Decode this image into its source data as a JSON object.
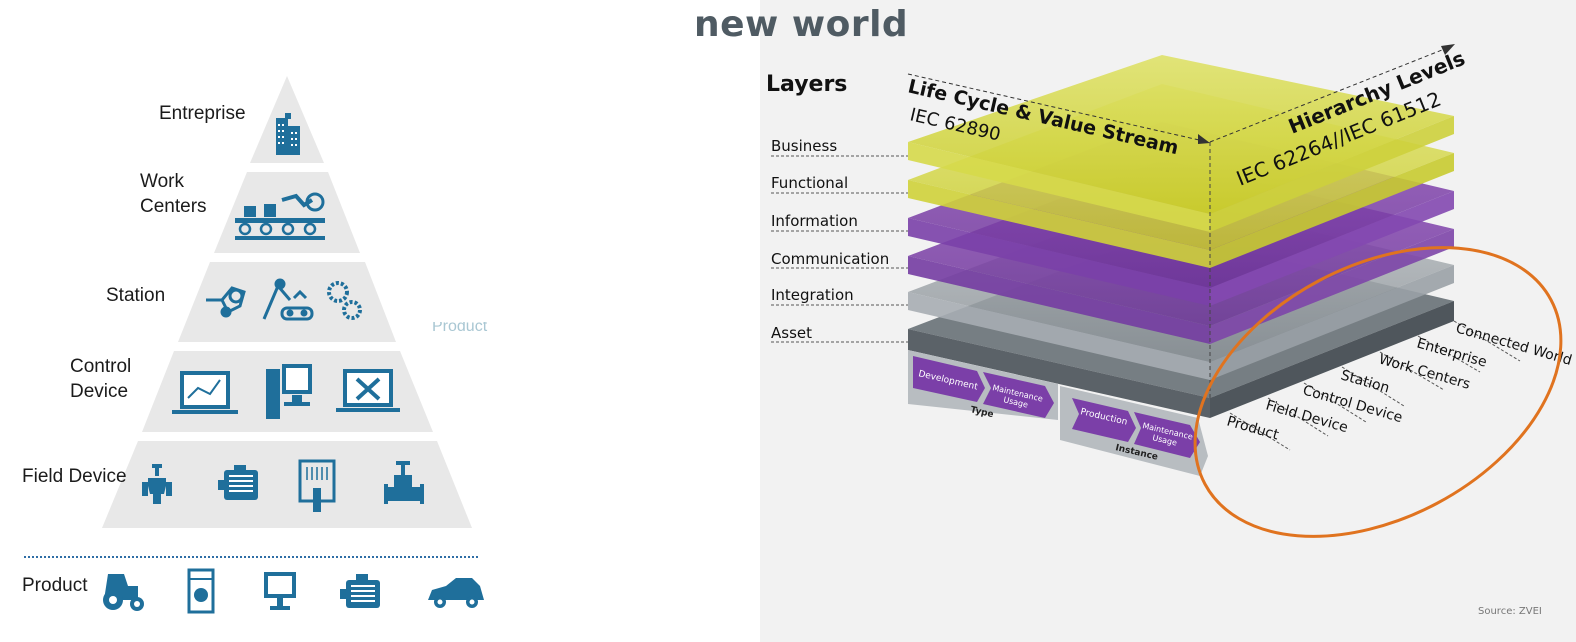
{
  "title": "new world",
  "pyramid": {
    "levels": [
      "Entreprise",
      "Work\nCenters",
      "Station",
      "Control\nDevice",
      "Field Device",
      "Product"
    ],
    "faded_text": "Product"
  },
  "rami": {
    "layers_heading": "Layers",
    "layers": [
      "Business",
      "Functional",
      "Information",
      "Communication",
      "Integration",
      "Asset"
    ],
    "axis_lifecycle": "Life Cycle & Value Stream",
    "axis_lifecycle_std": "IEC 62890",
    "axis_hierarchy": "Hierarchy Levels",
    "axis_hierarchy_std": "IEC 62264//IEC 61512",
    "hierarchy_levels": [
      "Connected World",
      "Enterprise",
      "Work Centers",
      "Station",
      "Control Device",
      "Field Device",
      "Product"
    ],
    "lifecycle": {
      "type_label": "Type",
      "instance_label": "Instance",
      "type_steps": [
        "Development",
        "Maintenance\nUsage"
      ],
      "instance_steps": [
        "Production",
        "Maintenance\nUsage"
      ]
    },
    "colors": {
      "business": "#d4d84a",
      "information": "#7a3fa6",
      "asset": "#9aa1a6",
      "highlight": "#e0731f"
    }
  },
  "source": "Source: ZVEI"
}
